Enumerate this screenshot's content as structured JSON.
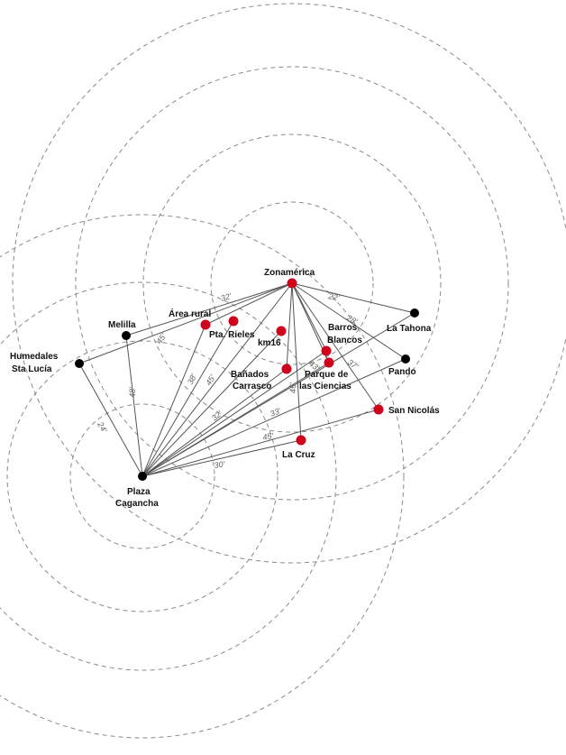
{
  "nodes": {
    "zonamerica": {
      "label": "Zonamérica",
      "type": "red"
    },
    "area_rural": {
      "label": "Área rural",
      "type": "red"
    },
    "pta_rieles": {
      "label": "Pta. Rieles",
      "type": "red"
    },
    "km16": {
      "label": "km16",
      "type": "red"
    },
    "barros_blancos": {
      "label_1": "Barros",
      "label_2": "Blancos",
      "type": "red"
    },
    "parque_ciencias": {
      "label_1": "Parque de",
      "label_2": "las Ciencias",
      "type": "red"
    },
    "banados_carrasco": {
      "label_1": "Bañados",
      "label_2": "Carrasco",
      "type": "red"
    },
    "san_nicolas": {
      "label": "San Nicolás",
      "type": "red"
    },
    "la_cruz": {
      "label": "La Cruz",
      "type": "red"
    },
    "la_tahona": {
      "label": "La Tahona",
      "type": "black"
    },
    "pando": {
      "label": "Pando",
      "type": "black"
    },
    "melilla": {
      "label": "Melilla",
      "type": "black"
    },
    "humedales": {
      "label_1": "Humedales",
      "label_2": "Sta Lucía",
      "type": "black"
    },
    "plaza_cagancha": {
      "label_1": "Plaza",
      "label_2": "Cagancha",
      "type": "black"
    }
  },
  "times": {
    "t32": "32'",
    "t22": "22'",
    "t28": "28'",
    "t45a": "45'",
    "t43": "43'",
    "t37": "37'",
    "t38": "38'",
    "t451": "45'",
    "t32b": "32'",
    "t33": "33'",
    "t45b": "45'",
    "t30": "30'",
    "t24": "24'",
    "t48": "48'",
    "t46": "46'"
  },
  "colors": {
    "red_node": "#d0021b",
    "black_node": "#000000",
    "circle": "#8a8a8a",
    "edge": "#555555"
  }
}
